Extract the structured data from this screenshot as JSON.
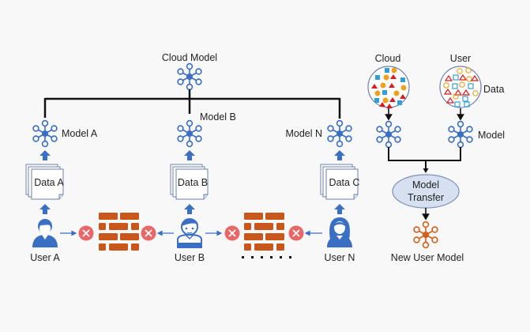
{
  "colors": {
    "background": "#f8f8f8",
    "model_blue": "#3a6fc4",
    "new_model_orange": "#d2601a",
    "brick": "#c9561a",
    "block_circle": "#e8686a",
    "connector": "#111111",
    "ellipse_fill": "#d6e0f0",
    "ellipse_stroke": "#7d90b8",
    "shape_red": "#e0191a",
    "shape_blue": "#2f9fd8",
    "shape_orange": "#f0a020"
  },
  "left": {
    "cloud_model": {
      "label": "Cloud Model",
      "icon": "network-model-icon"
    },
    "columns": [
      {
        "model_label": "Model A",
        "data_label": "Data A",
        "user_label": "User A",
        "user_icon": "user-male-icon"
      },
      {
        "model_label": "Model B",
        "data_label": "Data B",
        "user_label": "User B",
        "user_icon": "user-boy-icon"
      },
      {
        "model_label": "Model N",
        "data_label": "Data C",
        "user_label": "User N",
        "user_icon": "user-female-icon"
      }
    ],
    "firewall_icon": "brick-wall-icon",
    "blocked_icon": "blocked-x-icon",
    "ellipsis": "......"
  },
  "right": {
    "cloud_label": "Cloud",
    "user_label": "User",
    "data_label": "Data",
    "model_label": "Model",
    "transfer_line1": "Model",
    "transfer_line2": "Transfer",
    "new_model_label": "New User Model"
  }
}
